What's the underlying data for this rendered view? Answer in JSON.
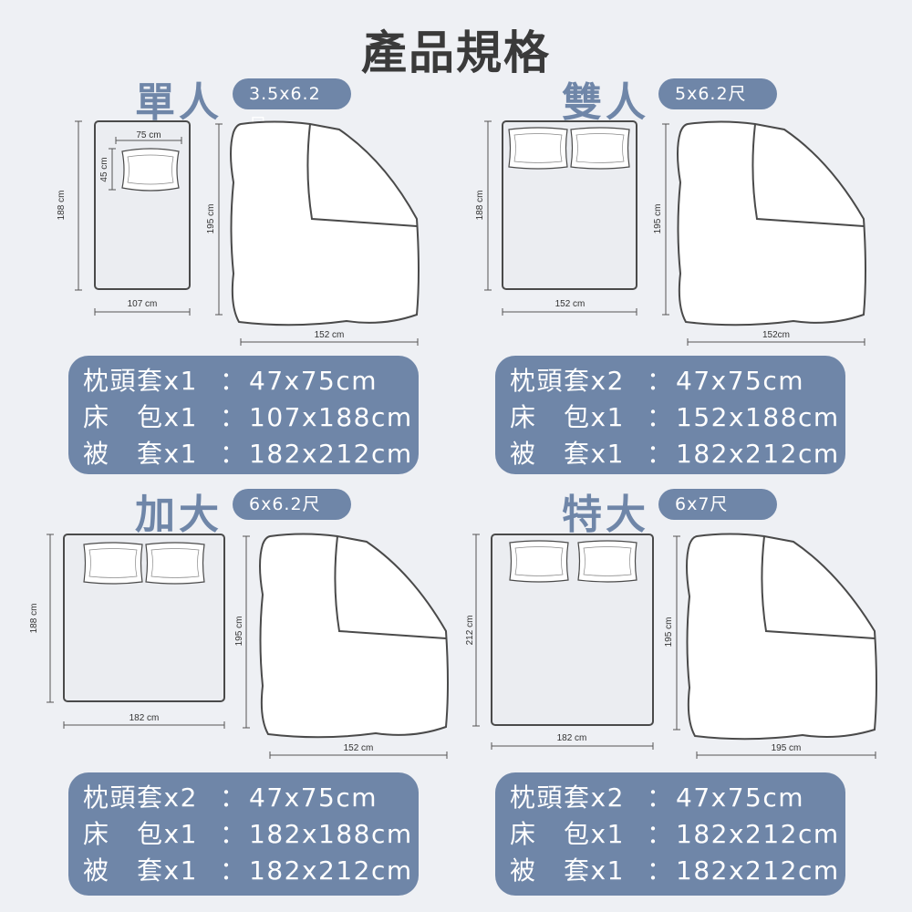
{
  "page": {
    "title": "產品規格"
  },
  "sections": [
    {
      "name": "單人",
      "size": "3.5x6.2尺",
      "bed": {
        "width": "107 cm",
        "length": "188 cm",
        "pillow_width": "75 cm",
        "pillow_height": "45 cm"
      },
      "duvet": {
        "width": "152 cm",
        "length": "195 cm"
      },
      "specs": [
        {
          "label": "枕頭套x1",
          "value": "47x75cm"
        },
        {
          "label": "床　包x1",
          "value": "107x188cm"
        },
        {
          "label": "被　套x1",
          "value": "182x212cm"
        }
      ]
    },
    {
      "name": "雙人",
      "size": "5x6.2尺",
      "bed": {
        "width": "152 cm",
        "length": "188 cm"
      },
      "duvet": {
        "width": "152cm",
        "length": "195 cm"
      },
      "specs": [
        {
          "label": "枕頭套x2",
          "value": "47x75cm"
        },
        {
          "label": "床　包x1",
          "value": "152x188cm"
        },
        {
          "label": "被　套x1",
          "value": "182x212cm"
        }
      ]
    },
    {
      "name": "加大",
      "size": "6x6.2尺",
      "bed": {
        "width": "182 cm",
        "length": "188 cm"
      },
      "duvet": {
        "width": "152 cm",
        "length": "195 cm"
      },
      "specs": [
        {
          "label": "枕頭套x2",
          "value": "47x75cm"
        },
        {
          "label": "床　包x1",
          "value": "182x188cm"
        },
        {
          "label": "被　套x1",
          "value": "182x212cm"
        }
      ]
    },
    {
      "name": "特大",
      "size": "6x7尺",
      "bed": {
        "width": "182 cm",
        "length": "212 cm"
      },
      "duvet": {
        "width": "195 cm",
        "length": "195 cm"
      },
      "specs": [
        {
          "label": "枕頭套x2",
          "value": "47x75cm"
        },
        {
          "label": "床　包x1",
          "value": "182x212cm"
        },
        {
          "label": "被　套x1",
          "value": "182x212cm"
        }
      ]
    }
  ],
  "colors": {
    "accent": "#6f86a8",
    "background": "#eef0f4",
    "outline": "#4a4a4a"
  }
}
